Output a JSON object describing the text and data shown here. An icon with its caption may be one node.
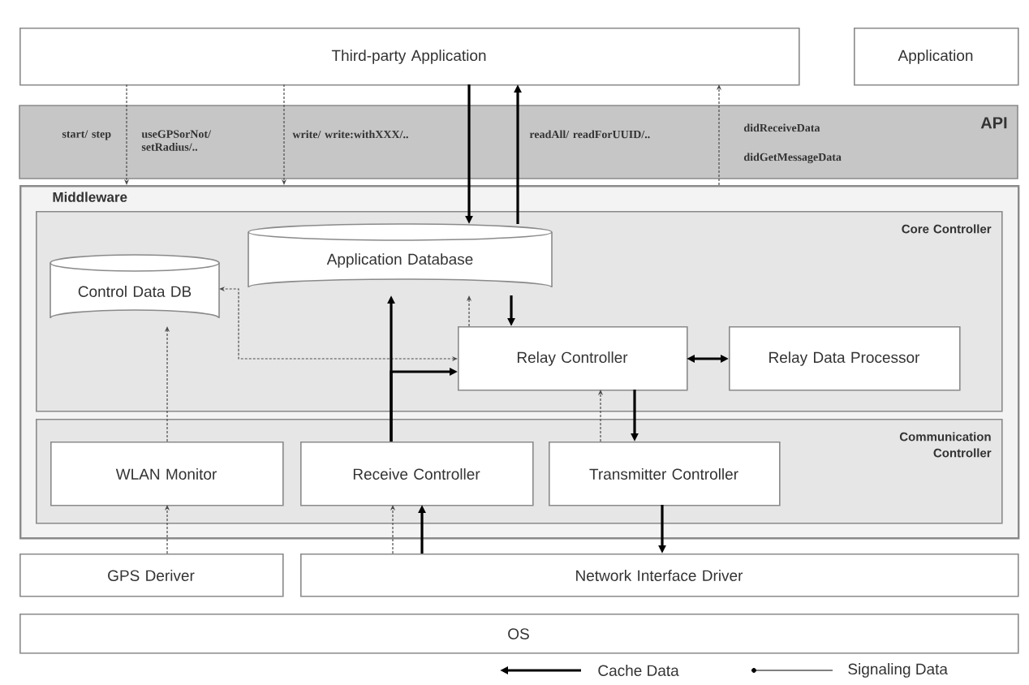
{
  "diagram": {
    "nodes": [
      {
        "text": [
          "Third-party Application"
        ]
      },
      {
        "text": [
          "Application"
        ]
      },
      {
        "text": [
          "Middleware"
        ]
      },
      {
        "text": [
          "Core Controller"
        ],
        "in": 2
      },
      {
        "text": [
          "Application Database"
        ],
        "in": 3
      },
      {
        "text": [
          "Control Data DB"
        ],
        "in": 3
      },
      {
        "text": [
          "Relay Controller"
        ],
        "in": 3
      },
      {
        "text": [
          "Relay Data Processor"
        ],
        "in": 3
      },
      {
        "text": [
          "Communication Controller"
        ],
        "in": 2
      },
      {
        "text": [
          "WLAN Monitor"
        ],
        "in": 8
      },
      {
        "text": [
          "Receive Controller"
        ],
        "in": 8
      },
      {
        "text": [
          "Transmitter Controller"
        ],
        "in": 8
      },
      {
        "text": [
          "GPS Deriver"
        ]
      },
      {
        "text": [
          "Network Interface Driver"
        ]
      },
      {
        "text": [
          "OS"
        ]
      }
    ],
    "edges": [
      {
        "from": 0,
        "to": 2,
        "arrow": "to",
        "style": "dashed"
      },
      {
        "from": 0,
        "to": 2,
        "arrow": "to",
        "style": "dashed"
      },
      {
        "from": 2,
        "to": 0,
        "arrow": "to",
        "style": "dashed"
      },
      {
        "from": 0,
        "to": 4,
        "arrow": "to"
      },
      {
        "from": 4,
        "to": 0,
        "arrow": "to"
      },
      {
        "from": 4,
        "to": 6,
        "arrow": "to"
      },
      {
        "from": 6,
        "to": 4,
        "arrow": "to",
        "style": "dashed"
      },
      {
        "from": 6,
        "to": 5,
        "arrow": "both",
        "style": "dashed"
      },
      {
        "from": 10,
        "to": 4,
        "arrow": "to"
      },
      {
        "from": 10,
        "to": 6,
        "arrow": "to"
      },
      {
        "from": 6,
        "to": 7,
        "arrow": "both"
      },
      {
        "from": 6,
        "to": 11,
        "arrow": "to"
      },
      {
        "from": 11,
        "to": 6,
        "arrow": "to",
        "style": "dashed"
      },
      {
        "from": 9,
        "to": 5,
        "arrow": "to",
        "style": "dashed"
      },
      {
        "from": 12,
        "to": 9,
        "arrow": "to",
        "style": "dashed"
      },
      {
        "from": 13,
        "to": 10,
        "arrow": "to",
        "style": "dashed"
      },
      {
        "from": 13,
        "to": 10,
        "arrow": "to"
      },
      {
        "from": 11,
        "to": 13,
        "arrow": "to"
      }
    ],
    "labels": [
      "start/ step",
      "useGPSorNot/ setRadius/..",
      "write/ write:withXXX/..",
      "readAll/ readForUUID/..",
      "didReceiveData",
      "API",
      "didGetMessageData"
    ],
    "legend": [
      {
        "text": "Cache Data"
      },
      {
        "text": "Signaling Data"
      }
    ]
  }
}
